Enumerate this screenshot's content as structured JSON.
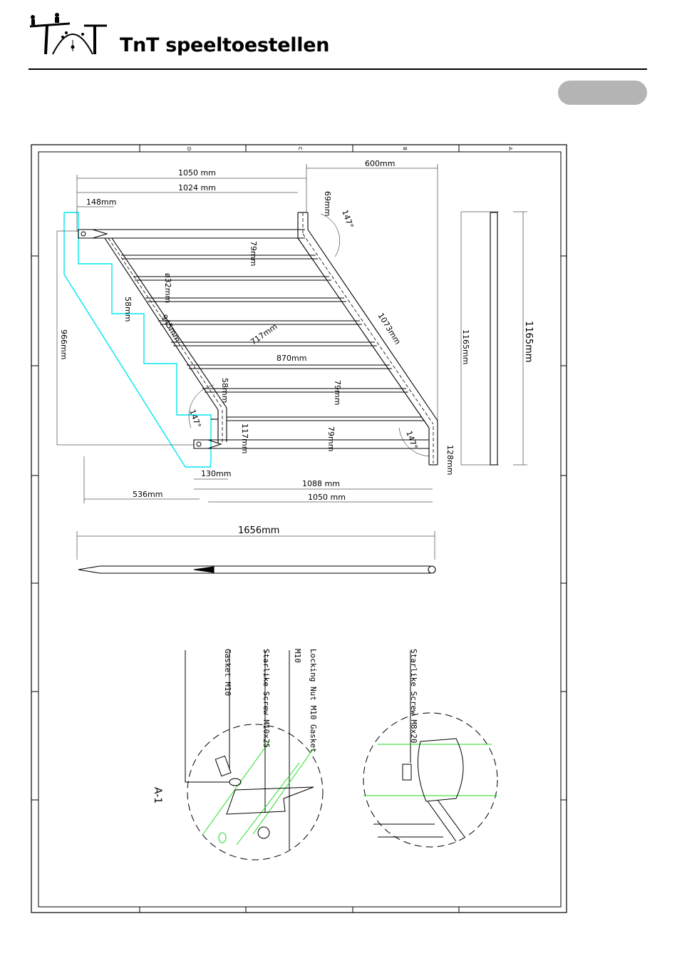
{
  "header": {
    "brand": "TnT speeltoestellen",
    "logo_icon": "seesaw-swing-playground-logo"
  },
  "drawing": {
    "frame_zone_letters": [
      "D",
      "C",
      "B",
      "A"
    ],
    "dimensions": {
      "top_width_total": "1050 mm",
      "top_width_inner": "1024 mm",
      "top_right_offset": "600mm",
      "left_stub": "148mm",
      "post_top": "69mm",
      "angle_top": "147°",
      "spacing_top": "79mm",
      "tube_diameter": "ø32mm",
      "gap_left": "58mm",
      "rail_diag_left": "945mm",
      "rail_diag_right": "1073mm",
      "stair_height": "966mm",
      "inner_diag": "717mm",
      "rung_width": "870mm",
      "height_inner": "1165mm",
      "height_side": "1165mm",
      "gap_lower": "58mm",
      "spacing_mid": "79mm",
      "angle_left": "147°",
      "post_low": "117mm",
      "spacing_low": "79mm",
      "angle_right": "147°",
      "foot_right": "128mm",
      "foot_left": "130mm",
      "bottom_run": "1088 mm",
      "bottom_offset": "536mm",
      "bottom_width": "1050 mm",
      "tube_length": "1656mm"
    },
    "detail_A1": {
      "label": "A-1",
      "callout_gasket": "Gasket M10",
      "callout_nut_line1": "Locking Nut M10 Gasket",
      "callout_nut_line2": "M10",
      "callout_screw": "Starlike Screw M10x25"
    },
    "detail_B": {
      "callout_screw": "Starlike Screw M8x20"
    },
    "colors": {
      "stair_outline": "#00e6f0",
      "detail_lines": "#22dd22",
      "header_pill": "#b4b4b4"
    }
  }
}
